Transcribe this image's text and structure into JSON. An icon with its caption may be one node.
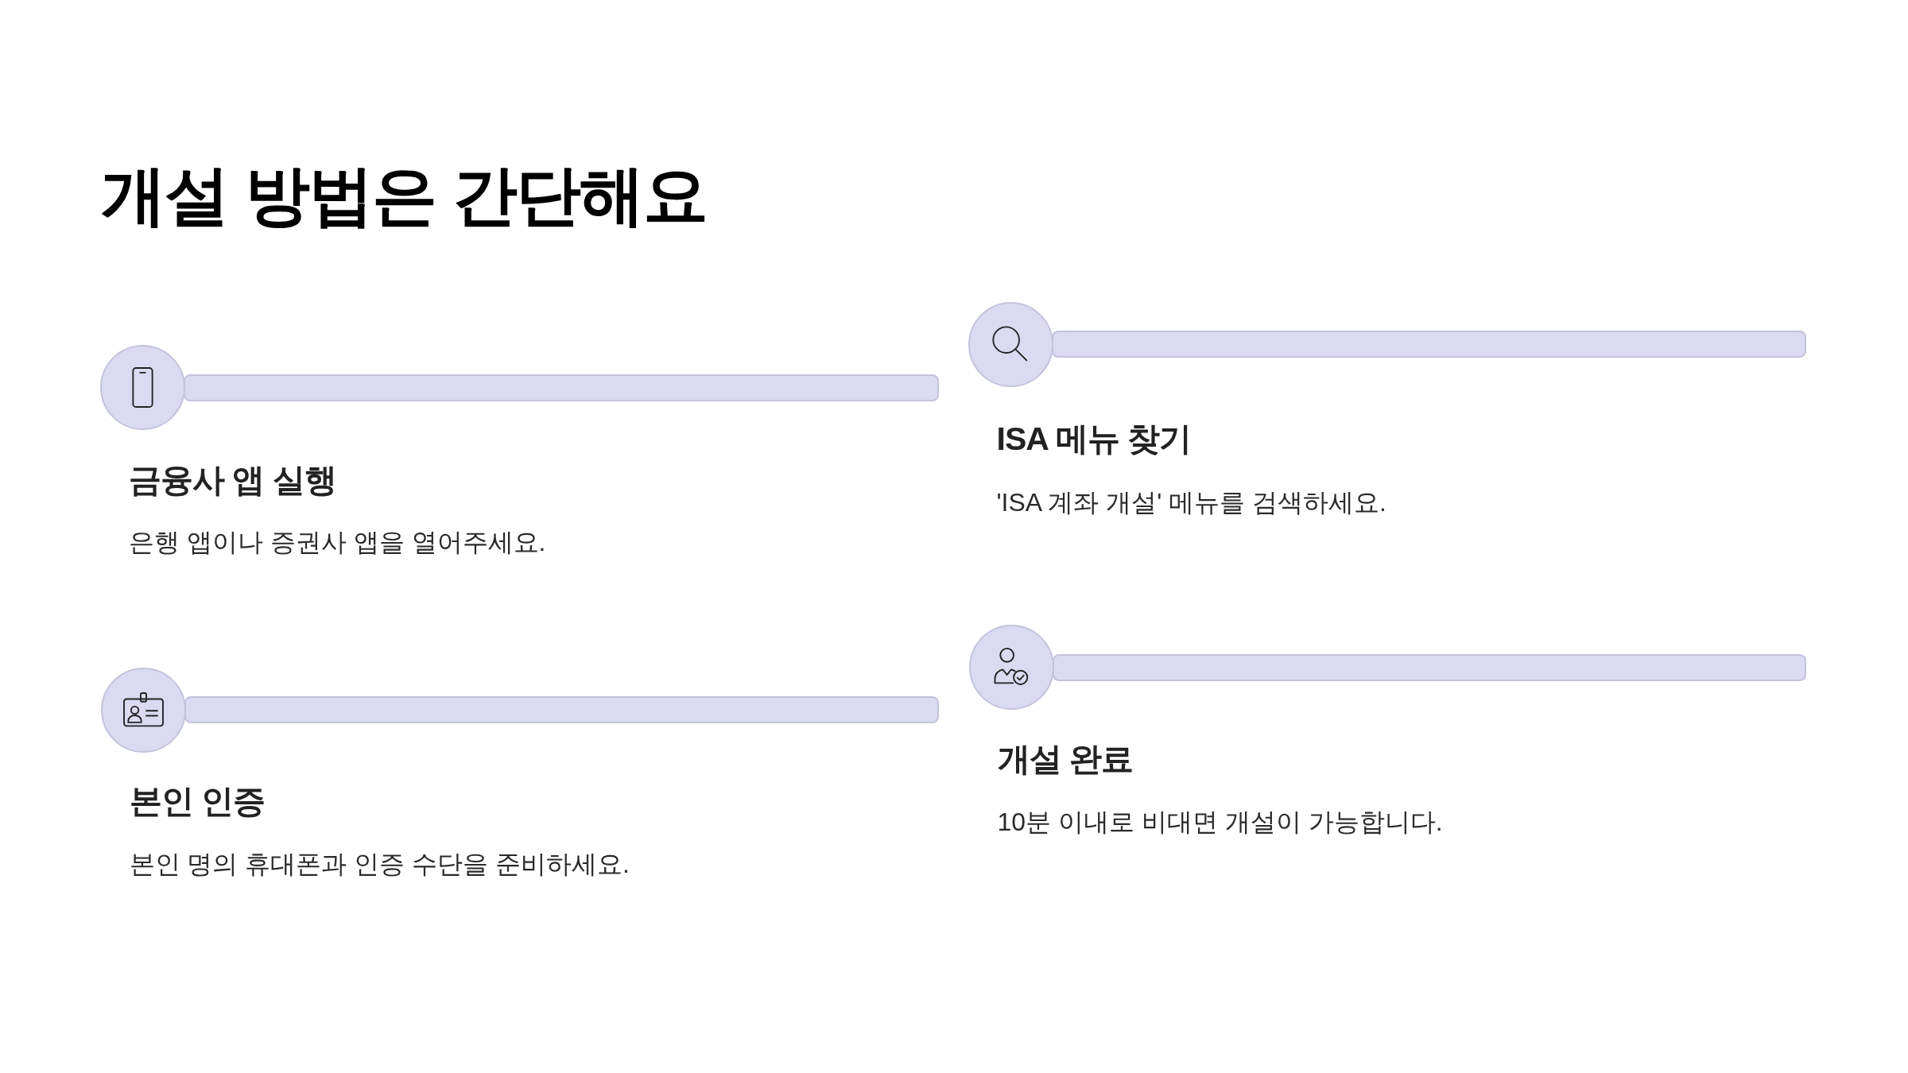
{
  "diagram": {
    "title": "개설 방법은 간단해요",
    "nodes": [
      {
        "text": [
          "금융사 앱 실행",
          "은행 앱이나 증권사 앱을 열어주세요."
        ]
      },
      {
        "text": [
          "ISA 메뉴 찾기",
          "'ISA 계좌 개설' 메뉴를 검색하세요."
        ]
      },
      {
        "text": [
          "본인 인증",
          "본인 명의 휴대폰과 인증 수단을 준비하세요."
        ]
      },
      {
        "text": [
          "개설 완료",
          "10분 이내로 비대면 개설이 가능합니다."
        ]
      }
    ]
  }
}
